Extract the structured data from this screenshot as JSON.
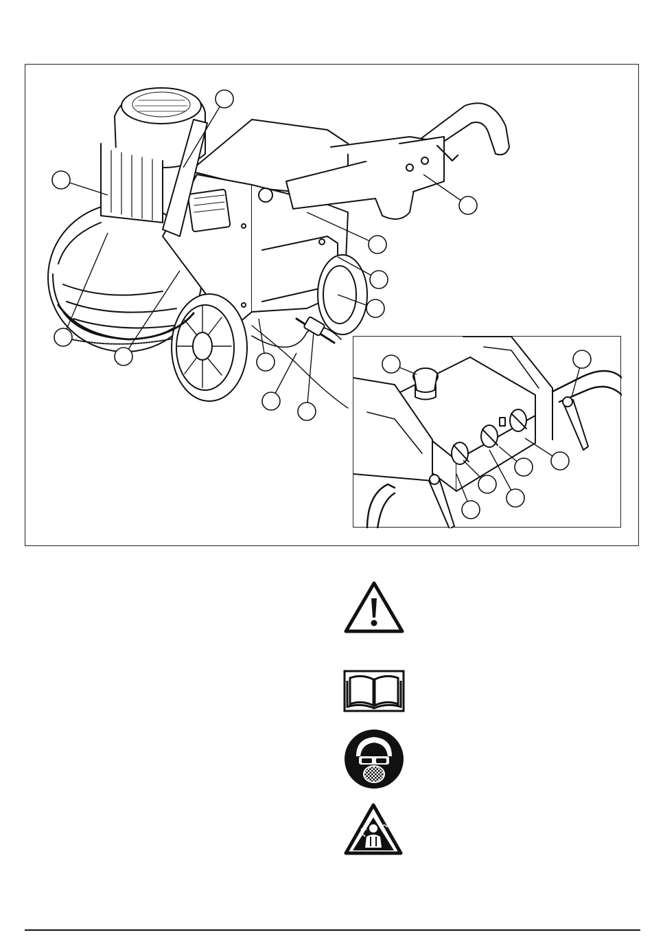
{
  "figure": {
    "subject": "floor-grinder-overview",
    "callout_count": 19,
    "inset": "control-panel-detail"
  },
  "safety_symbols": [
    {
      "icon": "warning-triangle-icon"
    },
    {
      "icon": "read-manual-icon"
    },
    {
      "icon": "respiratory-protection-icon"
    },
    {
      "icon": "dust-hazard-icon"
    }
  ],
  "colors": {
    "ink": "#111111",
    "paper": "#ffffff"
  }
}
